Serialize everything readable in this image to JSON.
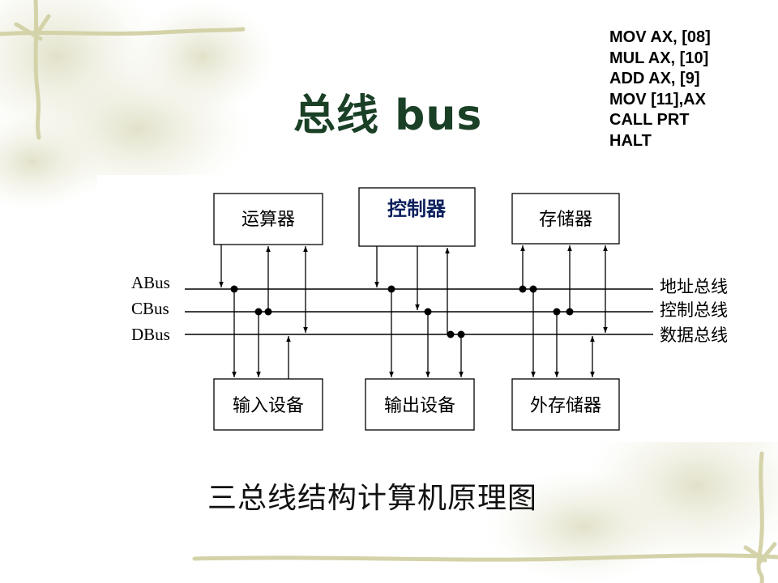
{
  "slide": {
    "title": "总线 bus",
    "code_lines": [
      "MOV AX,  [08]",
      "MUL AX,  [10]",
      "ADD AX, [9]",
      "MOV [11],AX",
      "CALL PRT",
      "HALT"
    ],
    "caption": "三总线结构计算机原理图"
  },
  "diagram": {
    "top_boxes": [
      "运算器",
      "控制器",
      "存储器"
    ],
    "bottom_boxes": [
      "输入设备",
      "输出设备",
      "外存储器"
    ],
    "bus_left_labels": [
      "ABus",
      "CBus",
      "DBus"
    ],
    "bus_right_labels": [
      "地址总线",
      "控制总线",
      "数据总线"
    ]
  }
}
